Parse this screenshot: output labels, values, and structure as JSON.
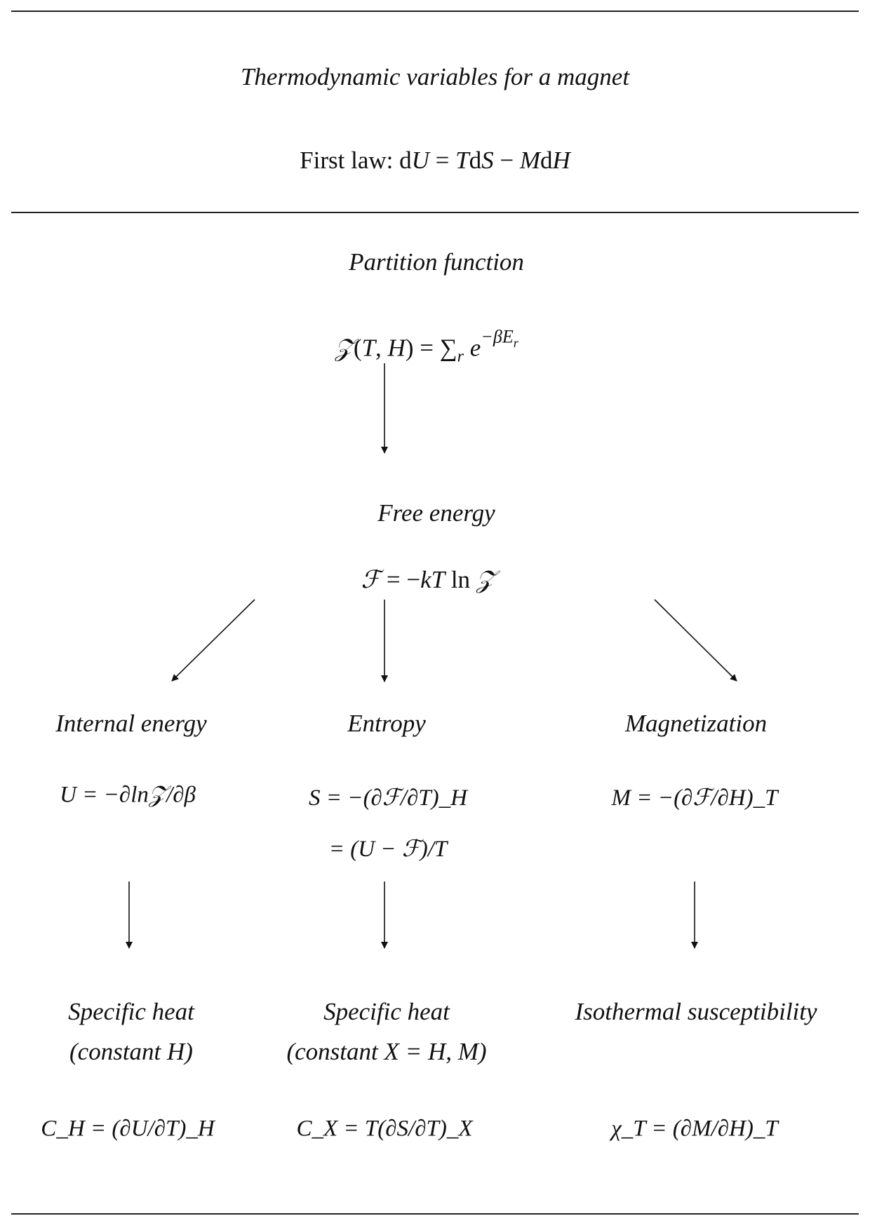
{
  "title": "Thermodynamic variables for a magnet",
  "first_law": {
    "label": "First law:",
    "equation": "dU = TdS − MdH"
  },
  "partition": {
    "heading": "Partition function",
    "equation": "𝒵(T, H) = ∑ᵣ e^(−βEᵣ)"
  },
  "free_energy": {
    "heading": "Free energy",
    "equation": "ℱ = −kT ln 𝒵"
  },
  "columns": [
    {
      "heading": "Internal energy",
      "equation": "U = −∂ln𝒵/∂β",
      "result_heading": "Specific heat",
      "result_condition": "(constant H)",
      "result_equation": "C_H = (∂U/∂T)_H"
    },
    {
      "heading": "Entropy",
      "equation": "S = −(∂ℱ/∂T)_H",
      "equation2": "= (U − ℱ)/T",
      "result_heading": "Specific heat",
      "result_condition": "(constant X = H, M)",
      "result_equation": "C_X = T(∂S/∂T)_X"
    },
    {
      "heading": "Magnetization",
      "equation": "M = −(∂ℱ/∂H)_T",
      "result_heading": "Isothermal susceptibility",
      "result_equation": "χ_T = (∂M/∂H)_T"
    }
  ]
}
